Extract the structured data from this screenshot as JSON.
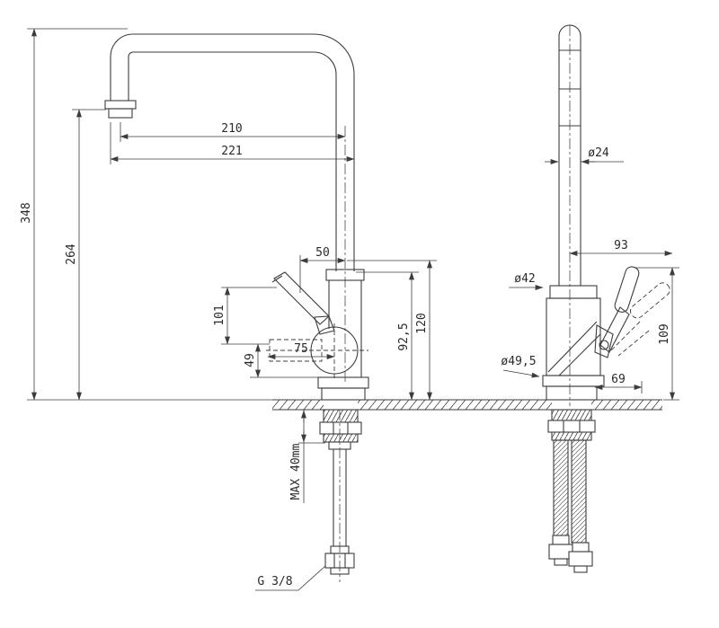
{
  "page": {
    "background": "#ffffff",
    "line_color": "#3c3c3c"
  },
  "front_view": {
    "dim_total_height": "348",
    "dim_spout_outlet_height": "264",
    "dim_spout_reach": "210",
    "dim_spout_reach_outer": "221",
    "dim_top_offset": "50",
    "dim_handle_height": "101",
    "dim_handle_low": "49",
    "dim_handle_reach": "75",
    "dim_body_height": "92,5",
    "dim_body_total_height": "120",
    "dim_max_deck": "MAX 40mm",
    "dim_thread": "G 3/8"
  },
  "side_view": {
    "dim_spout_diameter": "ø24",
    "dim_handle_reach": "93",
    "dim_body_diameter": "ø42",
    "dim_base_diameter": "ø49,5",
    "dim_handle_height": "109",
    "dim_handle_offset": "69"
  }
}
